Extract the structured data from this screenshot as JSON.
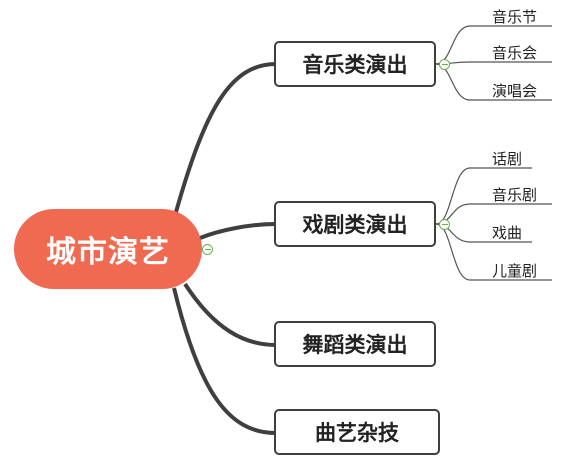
{
  "root": {
    "label": "城市演艺"
  },
  "branches": [
    {
      "label": "音乐类演出",
      "children": [
        "音乐节",
        "音乐会",
        "演唱会"
      ]
    },
    {
      "label": "戏剧类演出",
      "children": [
        "话剧",
        "音乐剧",
        "戏曲",
        "儿童剧"
      ]
    },
    {
      "label": "舞蹈类演出",
      "children": []
    },
    {
      "label": "曲艺杂技",
      "children": []
    }
  ],
  "colors": {
    "root": "#f06a52",
    "line": "#3f3f3f",
    "toggle": "#6ab04c",
    "thin_line": "#555555"
  }
}
